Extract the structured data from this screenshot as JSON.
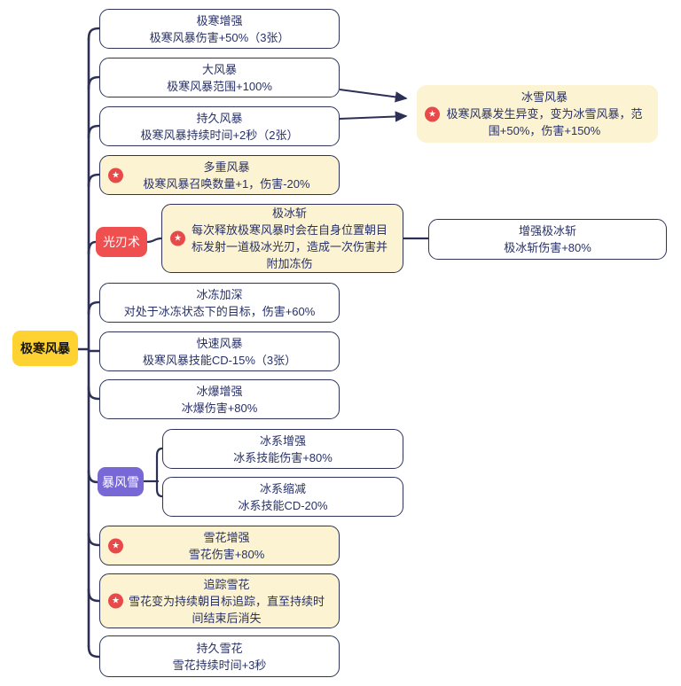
{
  "root": {
    "label": "极寒风暴"
  },
  "branches": {
    "guangrenshu": "光刃术",
    "baofengxue": "暴风雪"
  },
  "icons": {
    "star_glyph": "★"
  },
  "colors": {
    "line_navy": "#2c3055",
    "cream_bg": "#fbf3d1",
    "star_red": "#e84a4a",
    "root_yellow": "#fdd231",
    "branch_red": "#f04f4f",
    "branch_purple": "#7768d6",
    "text_navy": "#283168"
  },
  "nodes": {
    "jihan_zengqiang": {
      "title": "极寒增强",
      "desc": "极寒风暴伤害+50%（3张）"
    },
    "da_fengbao": {
      "title": "大风暴",
      "desc": "极寒风暴范围+100%"
    },
    "chijiu_fengbao": {
      "title": "持久风暴",
      "desc": "极寒风暴持续时间+2秒（2张）"
    },
    "duochong_fengbao": {
      "title": "多重风暴",
      "desc": "极寒风暴召唤数量+1，伤害-20%"
    },
    "jibing_zhan": {
      "title": "极冰斩",
      "desc": "每次释放极寒风暴时会在自身位置朝目标发射一道极冰光刃，造成一次伤害并附加冻伤"
    },
    "bingdong_jiashen": {
      "title": "冰冻加深",
      "desc": "对处于冰冻状态下的目标，伤害+60%"
    },
    "kuaisu_fengbao": {
      "title": "快速风暴",
      "desc": "极寒风暴技能CD-15%（3张）"
    },
    "bingbao_zengqiang": {
      "title": "冰爆增强",
      "desc": "冰爆伤害+80%"
    },
    "bingxi_zengqiang": {
      "title": "冰系增强",
      "desc": "冰系技能伤害+80%"
    },
    "bingxi_suojian": {
      "title": "冰系缩减",
      "desc": "冰系技能CD-20%"
    },
    "xuehua_zengqiang": {
      "title": "雪花增强",
      "desc": "雪花伤害+80%"
    },
    "zhuizong_xuehua": {
      "title": "追踪雪花",
      "desc": "雪花变为持续朝目标追踪，直至持续时间结束后消失"
    },
    "chijiu_xuehua": {
      "title": "持久雪花",
      "desc": "雪花持续时间+3秒"
    },
    "bingxue_fengbao": {
      "title": "冰雪风暴",
      "desc": "极寒风暴发生异变，变为冰雪风暴，范围+50%，伤害+150%"
    },
    "zengqiang_jibingzhan": {
      "title": "增强极冰斩",
      "desc": "极冰斩伤害+80%"
    }
  }
}
